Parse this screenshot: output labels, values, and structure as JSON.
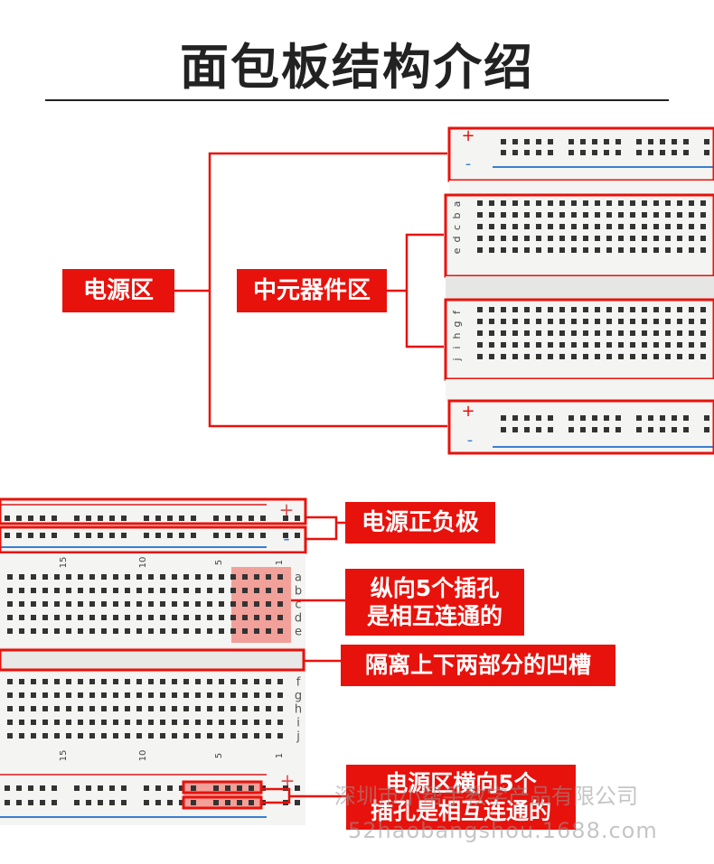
{
  "title": "面包板结构介绍",
  "labels": {
    "power_zone": "电源区",
    "component_zone": "中元器件区",
    "power_polarity": "电源正负极",
    "vertical_holes": "纵向5个插孔是相互连通的",
    "vertical_holes_line1": "纵向5个插孔",
    "vertical_holes_line2": "是相互连通的",
    "groove": "隔离上下两部分的凹槽",
    "power_horizontal_line1": "电源区横向5个",
    "power_horizontal_line2": "插孔是相互连通的"
  },
  "board_marks": {
    "plus": "+",
    "minus": "-",
    "rows_top": [
      "a",
      "b",
      "c",
      "d",
      "e"
    ],
    "rows_bottom": [
      "f",
      "g",
      "h",
      "i",
      "j"
    ],
    "col_numbers": [
      "15",
      "10",
      "5",
      "1"
    ]
  },
  "watermark": {
    "line1": "深圳市小帮手教学产品有限公司",
    "line2": "52haobangshou.1688.com"
  },
  "colors": {
    "accent": "#e8120c",
    "board": "#f4f4f2",
    "hole": "#333333",
    "plus_line": "#e05050",
    "minus_line": "#3a7fd0",
    "highlight": "#f2a09a"
  }
}
